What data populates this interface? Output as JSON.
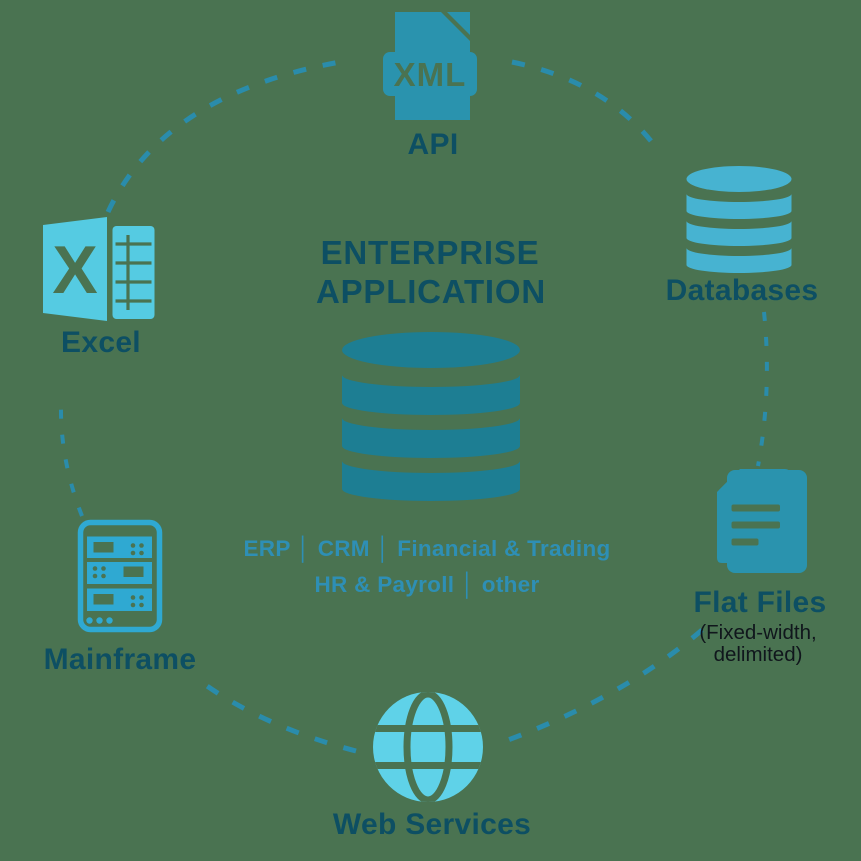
{
  "background_color": "#4a7351",
  "colors": {
    "label_text": "#0d4f63",
    "title_text": "#0d4f63",
    "subtitle_text": "#2e8fb5",
    "caption_text": "#10161c",
    "dashed_ring": "#2a8cab",
    "xml_file_icon": "#2a93ae",
    "flat_files_icon": "#2a93ae",
    "excel_icon": "#55cbe2",
    "databases_icon": "#47b3d1",
    "mainframe_icon": "#2fa9d2",
    "web_globe_icon": "#5fd2e8",
    "center_database_icon": "#1d7e93"
  },
  "center": {
    "title_line1": "ENTERPRISE",
    "title_line2": "APPLICATION",
    "systems_line1": "ERP │ CRM │ Financial & Trading",
    "systems_line2": "HR & Payroll │ other"
  },
  "nodes": {
    "api": {
      "label": "API",
      "file_text": "XML"
    },
    "databases": {
      "label": "Databases"
    },
    "flat_files": {
      "label": "Flat Files",
      "caption_line1": "(Fixed-width,",
      "caption_line2": "delimited)"
    },
    "web_services": {
      "label": "Web Services"
    },
    "mainframe": {
      "label": "Mainframe"
    },
    "excel": {
      "label": "Excel",
      "cover_letter": "X"
    }
  }
}
